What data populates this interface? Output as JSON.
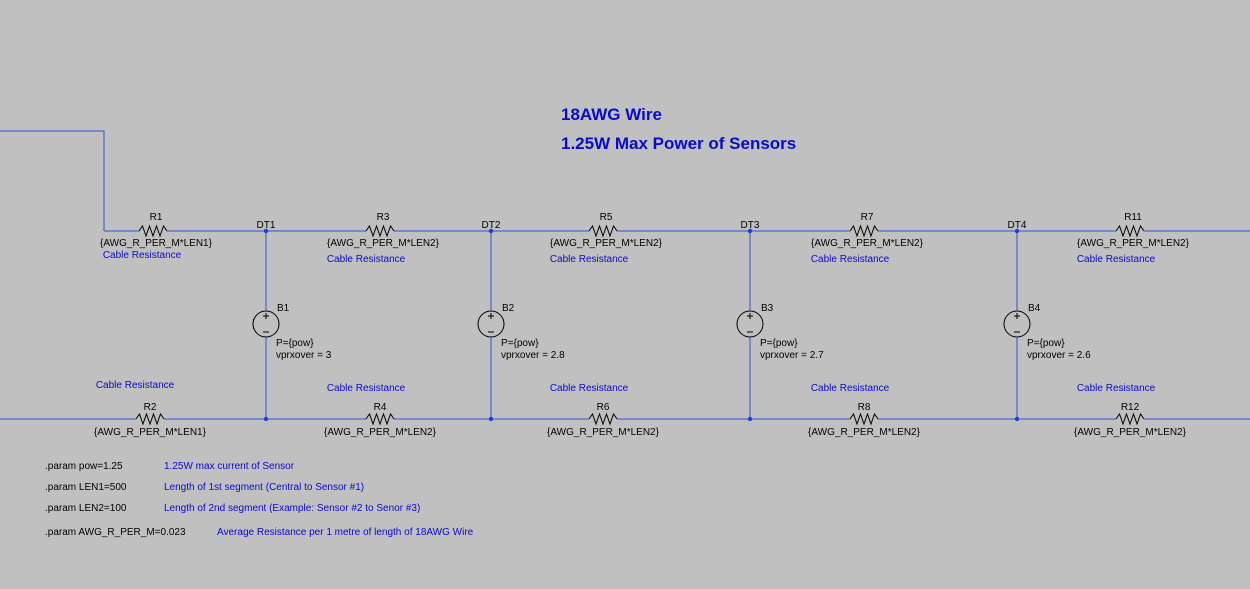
{
  "titles": [
    "18AWG Wire",
    "1.25W Max Power of Sensors"
  ],
  "colors": {
    "background": "#c0c0c0",
    "wire": "#3050d0",
    "note": "#0a0acc",
    "component": "#000000"
  },
  "upper_resistors": [
    {
      "name": "R1",
      "value": "{AWG_R_PER_M*LEN1}",
      "note": "Cable Resistance"
    },
    {
      "name": "R3",
      "value": "{AWG_R_PER_M*LEN2}",
      "note": "Cable Resistance"
    },
    {
      "name": "R5",
      "value": "{AWG_R_PER_M*LEN2}",
      "note": "Cable Resistance"
    },
    {
      "name": "R7",
      "value": "{AWG_R_PER_M*LEN2}",
      "note": "Cable Resistance"
    },
    {
      "name": "R11",
      "value": "{AWG_R_PER_M*LEN2}",
      "note": "Cable Resistance"
    }
  ],
  "lower_resistors": [
    {
      "name": "R2",
      "value": "{AWG_R_PER_M*LEN1}",
      "note": "Cable Resistance"
    },
    {
      "name": "R4",
      "value": "{AWG_R_PER_M*LEN2}",
      "note": "Cable Resistance"
    },
    {
      "name": "R6",
      "value": "{AWG_R_PER_M*LEN2}",
      "note": "Cable Resistance"
    },
    {
      "name": "R8",
      "value": "{AWG_R_PER_M*LEN2}",
      "note": "Cable Resistance"
    },
    {
      "name": "R12",
      "value": "{AWG_R_PER_M*LEN2}",
      "note": "Cable Resistance"
    }
  ],
  "nodes": [
    "DT1",
    "DT2",
    "DT3",
    "DT4"
  ],
  "sources": [
    {
      "name": "B1",
      "power": "P={pow}",
      "vprxover": "vprxover = 3"
    },
    {
      "name": "B2",
      "power": "P={pow}",
      "vprxover": "vprxover = 2.8"
    },
    {
      "name": "B3",
      "power": "P={pow}",
      "vprxover": "vprxover = 2.7"
    },
    {
      "name": "B4",
      "power": "P={pow}",
      "vprxover": "vprxover = 2.6"
    }
  ],
  "params": [
    {
      "directive": ".param pow=1.25",
      "comment": "1.25W max current of Sensor"
    },
    {
      "directive": ".param LEN1=500",
      "comment": "Length of 1st segment (Central to Sensor #1)"
    },
    {
      "directive": ".param LEN2=100",
      "comment": "Length of 2nd segment (Example: Sensor #2 to Senor #3)"
    },
    {
      "directive": ".param AWG_R_PER_M=0.023",
      "comment": "Average Resistance per 1 metre of length of 18AWG Wire"
    }
  ]
}
